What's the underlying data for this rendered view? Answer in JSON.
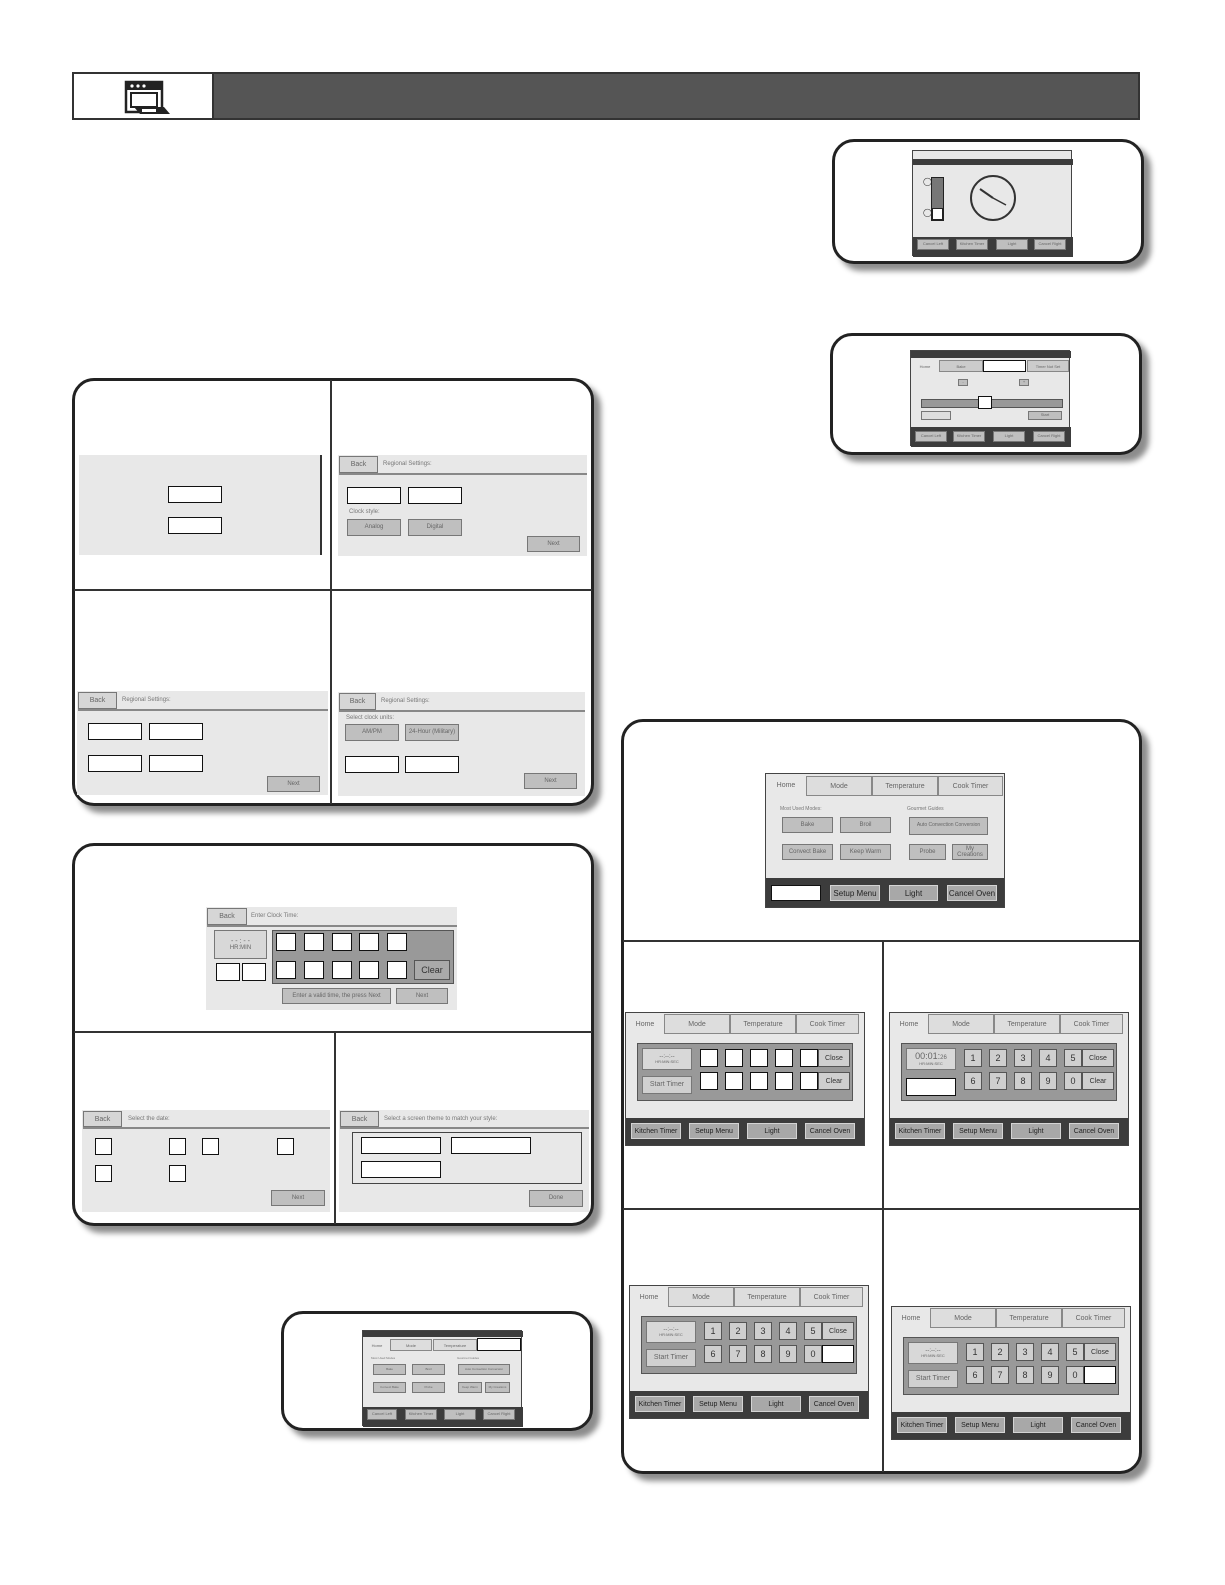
{
  "common": {
    "back": "Back",
    "regional_settings": "Regional Settings:",
    "next": "Next",
    "done": "Done"
  },
  "standby": {
    "bottom_buttons": [
      "Cancel Left",
      "Kitchen Timer",
      "Light",
      "Cancel Right"
    ]
  },
  "slider_screen": {
    "tabs": [
      "Home",
      "Bake",
      "Timer Not Set"
    ],
    "bottom_buttons": [
      "Cancel Left",
      "Kitchen Timer",
      "Light",
      "Cancel Right"
    ],
    "start_label": "Start"
  },
  "clock_style": {
    "label": "Clock style:",
    "options": [
      "Analog",
      "Digital"
    ]
  },
  "clock_units": {
    "label": "Select clock units:",
    "options": [
      "AM/PM",
      "24-Hour (Military)"
    ]
  },
  "clock_time": {
    "title": "Enter Clock Time:",
    "display": "- - : - -",
    "display_sub": "HR:MIN",
    "clear": "Clear",
    "hint": "Enter a valid time, the press Next"
  },
  "select_date": {
    "title": "Select the date:"
  },
  "theme": {
    "title": "Select a screen theme to match your style:"
  },
  "home_main": {
    "tabs": [
      "Home",
      "Mode",
      "Temperature",
      "Cook Timer"
    ],
    "most_used_label": "Most Used Modes:",
    "gourmet_label": "Gourmet Guides",
    "modes": [
      "Bake",
      "Broil",
      "Convect Bake",
      "Keep Warm"
    ],
    "guides": [
      "Auto Convection Conversion",
      "Probe",
      "My Creations"
    ],
    "bottom_buttons": [
      "Setup Menu",
      "Light",
      "Cancel Oven"
    ]
  },
  "small_home": {
    "tabs": [
      "Home",
      "Mode",
      "Temperature"
    ],
    "most_used_label": "Most Used Modes",
    "gourmet_label": "Gourmet Guides",
    "modes": [
      "Bake",
      "Broil",
      "Convect Bake",
      "Probe"
    ],
    "guides": [
      "Auto Convection Conversion",
      "Keep Warm",
      "My Creations"
    ],
    "bottom_buttons": [
      "Cancel Left",
      "Kitchen Timer",
      "Light",
      "Cancel Right"
    ]
  },
  "timer": {
    "tabs": [
      "Home",
      "Mode",
      "Temperature",
      "Cook Timer"
    ],
    "display_blank": "--:--:--",
    "display_sub": "HR:MIN:SEC",
    "display_set": "00:01:",
    "display_set_sec": "26",
    "start_timer": "Start Timer",
    "close": "Close",
    "clear": "Clear",
    "digits_top": [
      "1",
      "2",
      "3",
      "4",
      "5"
    ],
    "digits_bottom": [
      "6",
      "7",
      "8",
      "9",
      "0"
    ],
    "bottom_buttons": [
      "Kitchen Timer",
      "Setup Menu",
      "Light",
      "Cancel Oven"
    ]
  }
}
